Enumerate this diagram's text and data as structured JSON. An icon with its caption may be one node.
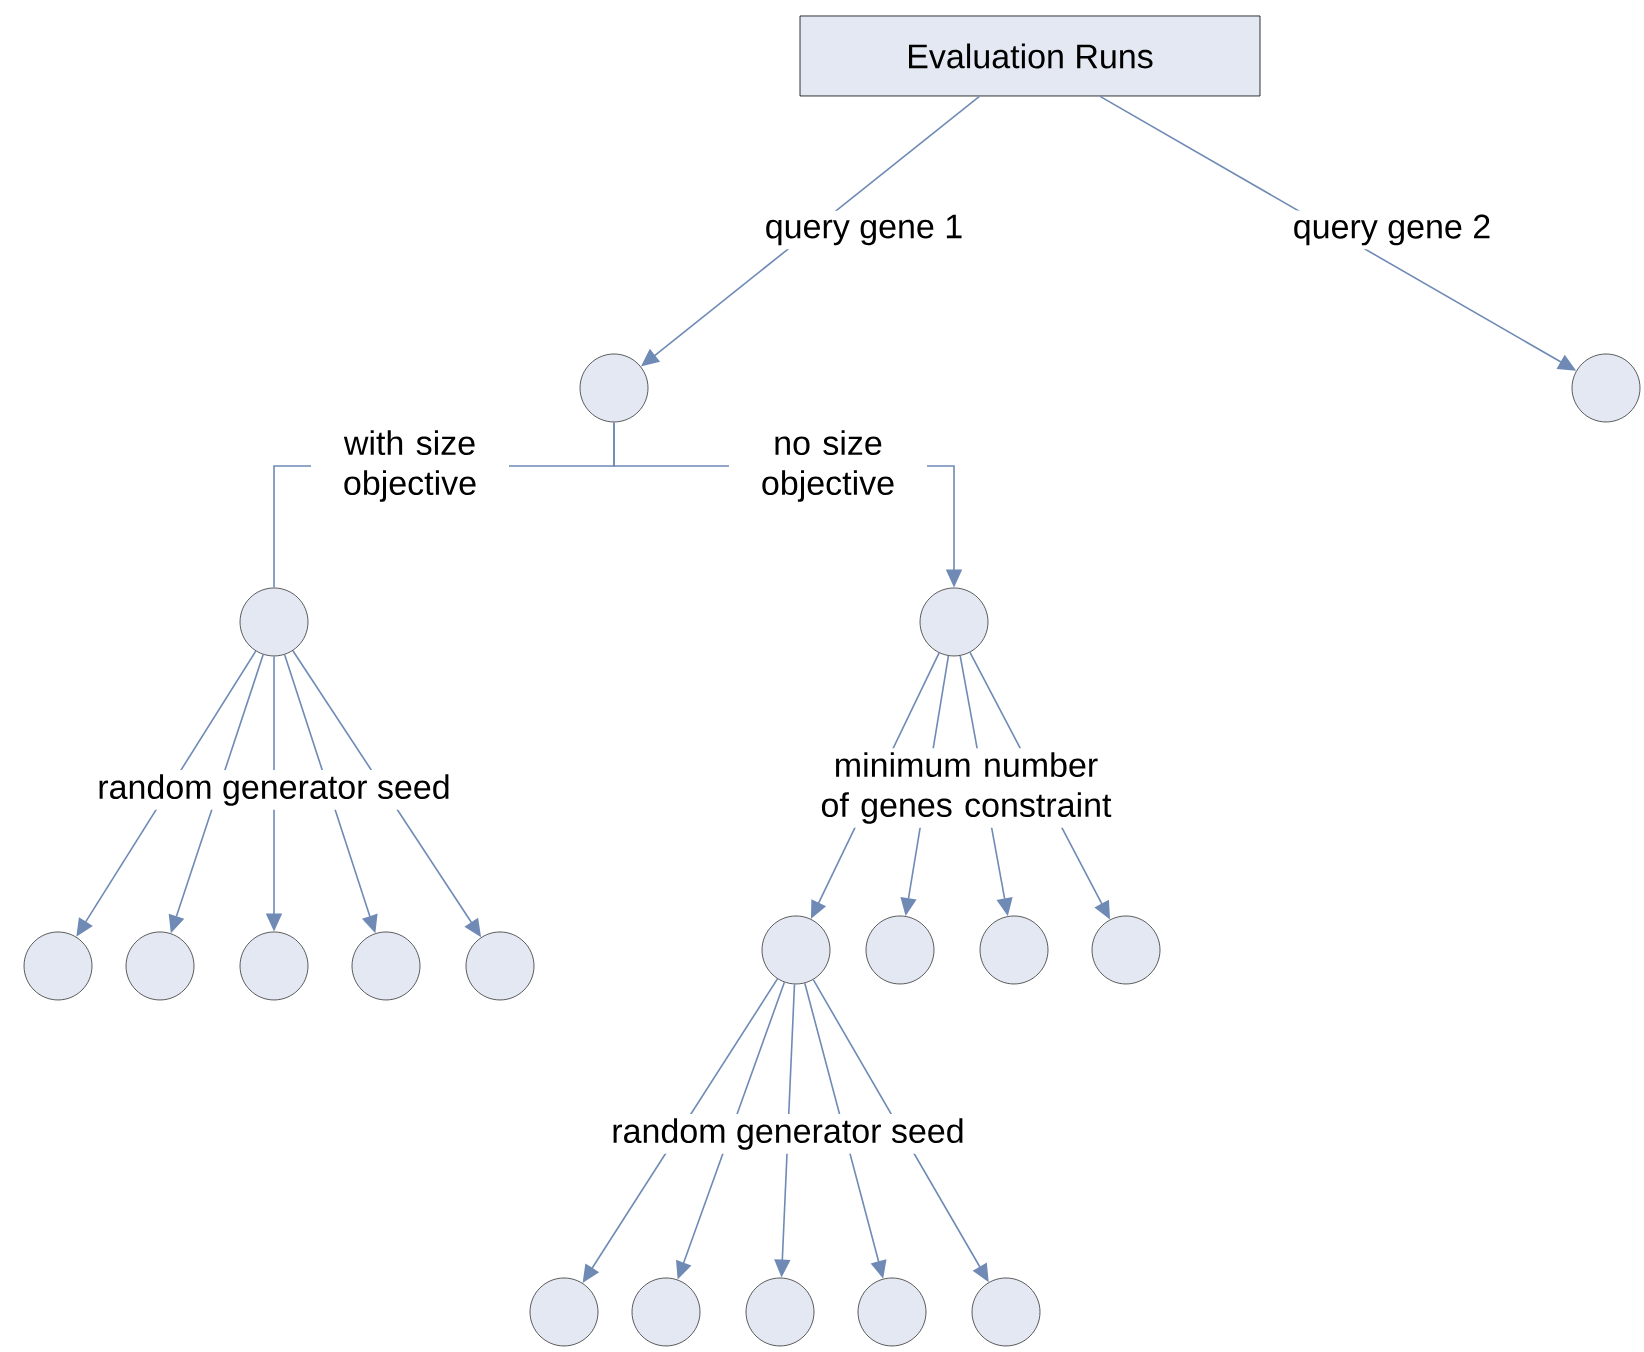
{
  "diagram": {
    "nodes": [
      {
        "text": [
          "Evaluation Runs"
        ]
      },
      {
        "text": [],
        "shape": "circle"
      },
      {
        "text": [],
        "shape": "circle"
      },
      {
        "text": [],
        "shape": "circle"
      },
      {
        "text": [],
        "shape": "circle"
      },
      {
        "text": [],
        "shape": "circle"
      },
      {
        "text": [],
        "shape": "circle"
      },
      {
        "text": [],
        "shape": "circle"
      },
      {
        "text": [],
        "shape": "circle"
      },
      {
        "text": [],
        "shape": "circle"
      },
      {
        "text": [],
        "shape": "circle"
      },
      {
        "text": [],
        "shape": "circle"
      },
      {
        "text": [],
        "shape": "circle"
      },
      {
        "text": [],
        "shape": "circle"
      },
      {
        "text": [],
        "shape": "circle"
      },
      {
        "text": [],
        "shape": "circle"
      },
      {
        "text": [],
        "shape": "circle"
      },
      {
        "text": [],
        "shape": "circle"
      },
      {
        "text": [],
        "shape": "circle"
      }
    ],
    "edges": [
      {
        "from": 0,
        "to": 1,
        "arrow": "to",
        "label": "query gene 1"
      },
      {
        "from": 0,
        "to": 2,
        "arrow": "to",
        "label": "query gene 2"
      },
      {
        "from": 1,
        "to": 3,
        "arrow": "none",
        "label": "with size objective"
      },
      {
        "from": 1,
        "to": 4,
        "arrow": "to",
        "label": "no size objective"
      },
      {
        "from": 3,
        "to": 5,
        "arrow": "to"
      },
      {
        "from": 3,
        "to": 6,
        "arrow": "to"
      },
      {
        "from": 3,
        "to": 7,
        "arrow": "to",
        "label": "random generator seed"
      },
      {
        "from": 3,
        "to": 8,
        "arrow": "to"
      },
      {
        "from": 3,
        "to": 9,
        "arrow": "to"
      },
      {
        "from": 4,
        "to": 10,
        "arrow": "to"
      },
      {
        "from": 4,
        "to": 11,
        "arrow": "to",
        "label": "minimum number of genes constraint"
      },
      {
        "from": 4,
        "to": 12,
        "arrow": "to"
      },
      {
        "from": 4,
        "to": 13,
        "arrow": "to"
      },
      {
        "from": 10,
        "to": 14,
        "arrow": "to"
      },
      {
        "from": 10,
        "to": 15,
        "arrow": "to"
      },
      {
        "from": 10,
        "to": 16,
        "arrow": "to",
        "label": "random generator seed"
      },
      {
        "from": 10,
        "to": 17,
        "arrow": "to"
      },
      {
        "from": 10,
        "to": 18,
        "arrow": "to"
      }
    ]
  }
}
